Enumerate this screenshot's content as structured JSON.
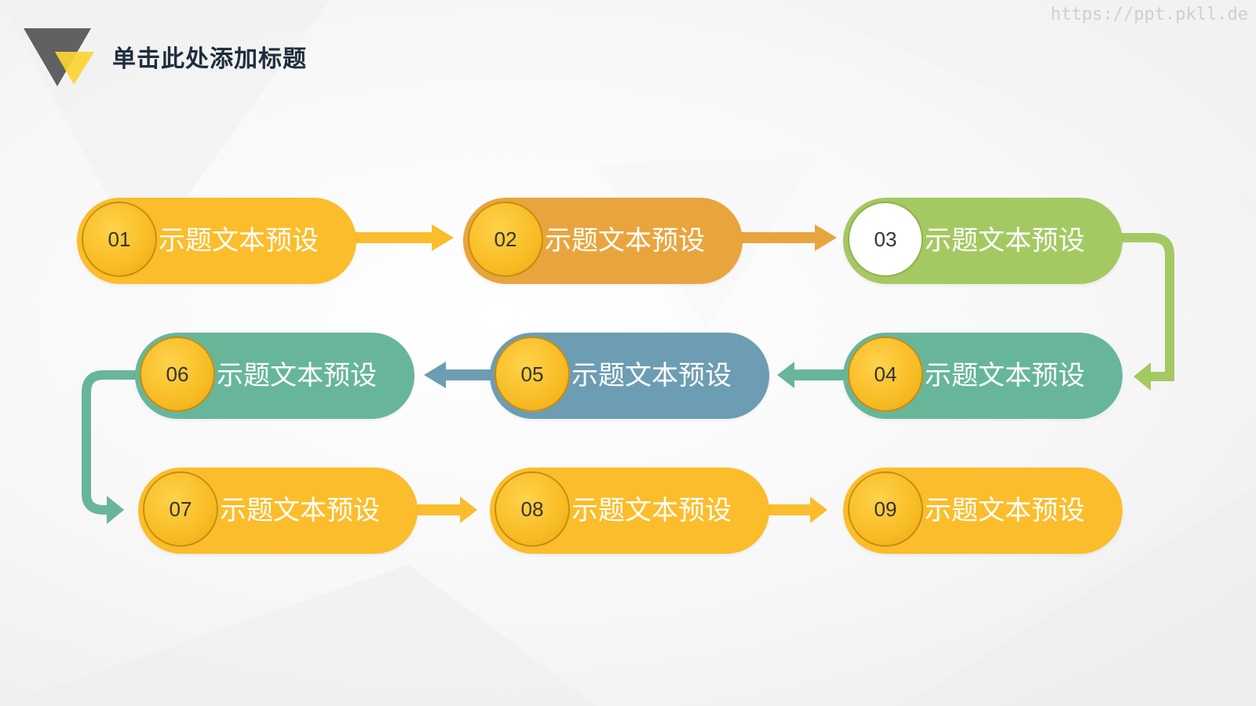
{
  "header": {
    "title": "单击此处添加标题",
    "watermark": "https://ppt.pkll.de",
    "logo_colors": {
      "dark": "#5f6163",
      "accent": "#fbd533"
    }
  },
  "colors": {
    "yellow": "#fbbd2b",
    "orange": "#e9a53d",
    "green": "#a4c962",
    "teal": "#68b69a",
    "blue": "#6d9db3",
    "badge": "#f8bc25",
    "badge_white": "#ffffff"
  },
  "steps": [
    {
      "number": "01",
      "label": "示题文本预设",
      "color": "yellow",
      "badge": "badge"
    },
    {
      "number": "02",
      "label": "示题文本预设",
      "color": "orange",
      "badge": "badge"
    },
    {
      "number": "03",
      "label": "示题文本预设",
      "color": "green",
      "badge": "badge_white"
    },
    {
      "number": "04",
      "label": "示题文本预设",
      "color": "teal",
      "badge": "badge"
    },
    {
      "number": "05",
      "label": "示题文本预设",
      "color": "blue",
      "badge": "badge"
    },
    {
      "number": "06",
      "label": "示题文本预设",
      "color": "teal",
      "badge": "badge"
    },
    {
      "number": "07",
      "label": "示题文本预设",
      "color": "yellow",
      "badge": "badge"
    },
    {
      "number": "08",
      "label": "示题文本预设",
      "color": "yellow",
      "badge": "badge"
    },
    {
      "number": "09",
      "label": "示题文本预设",
      "color": "yellow",
      "badge": "badge"
    }
  ],
  "connectors": [
    {
      "from": "01",
      "to": "02",
      "color": "yellow"
    },
    {
      "from": "02",
      "to": "03",
      "color": "orange"
    },
    {
      "from": "03",
      "to": "04",
      "color": "green"
    },
    {
      "from": "04",
      "to": "05",
      "color": "teal"
    },
    {
      "from": "05",
      "to": "06",
      "color": "blue"
    },
    {
      "from": "06",
      "to": "07",
      "color": "teal"
    },
    {
      "from": "07",
      "to": "08",
      "color": "yellow"
    },
    {
      "from": "08",
      "to": "09",
      "color": "yellow"
    }
  ]
}
